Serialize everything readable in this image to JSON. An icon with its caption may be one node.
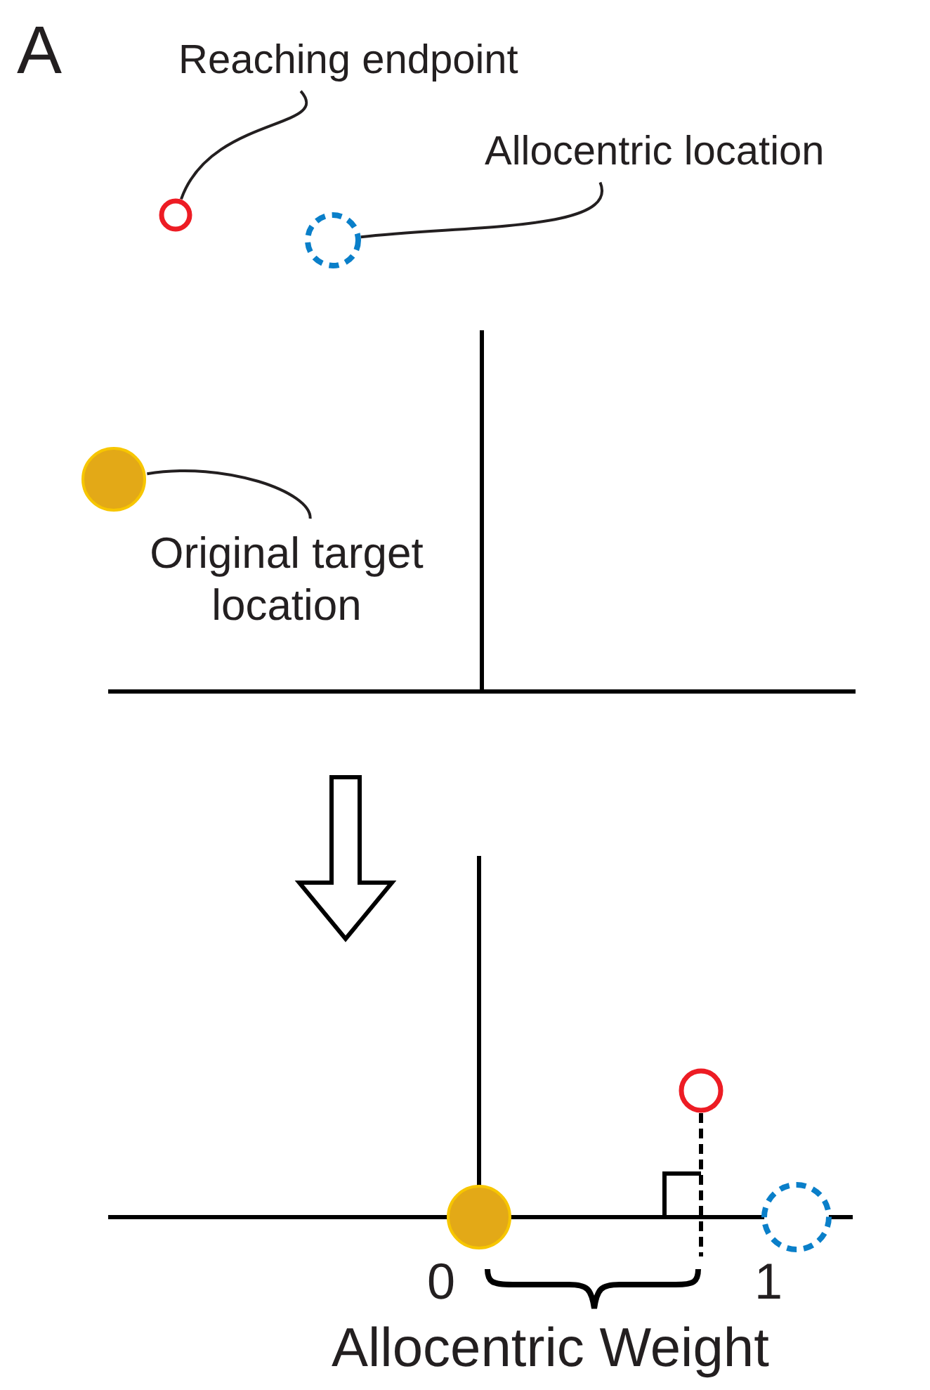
{
  "diagram": {
    "nodes": [
      {
        "text": [
          "Reaching endpoint"
        ]
      },
      {
        "text": [],
        "shape": "circle"
      },
      {
        "text": [
          "Allocentric location"
        ]
      },
      {
        "text": [],
        "shape": "circle"
      },
      {
        "text": [],
        "shape": "circle"
      },
      {
        "text": [
          "Original target location"
        ]
      },
      {
        "text": [],
        "shape": "circle"
      },
      {
        "text": [],
        "shape": "circle"
      },
      {
        "text": [],
        "shape": "circle"
      }
    ],
    "edges": [
      {
        "from": 0,
        "to": 1,
        "arrow": "none"
      },
      {
        "from": 2,
        "to": 3,
        "arrow": "none"
      },
      {
        "from": 5,
        "to": 4,
        "arrow": "none"
      }
    ],
    "labels": [
      "A",
      "0",
      "1",
      "Allocentric Weight"
    ]
  }
}
